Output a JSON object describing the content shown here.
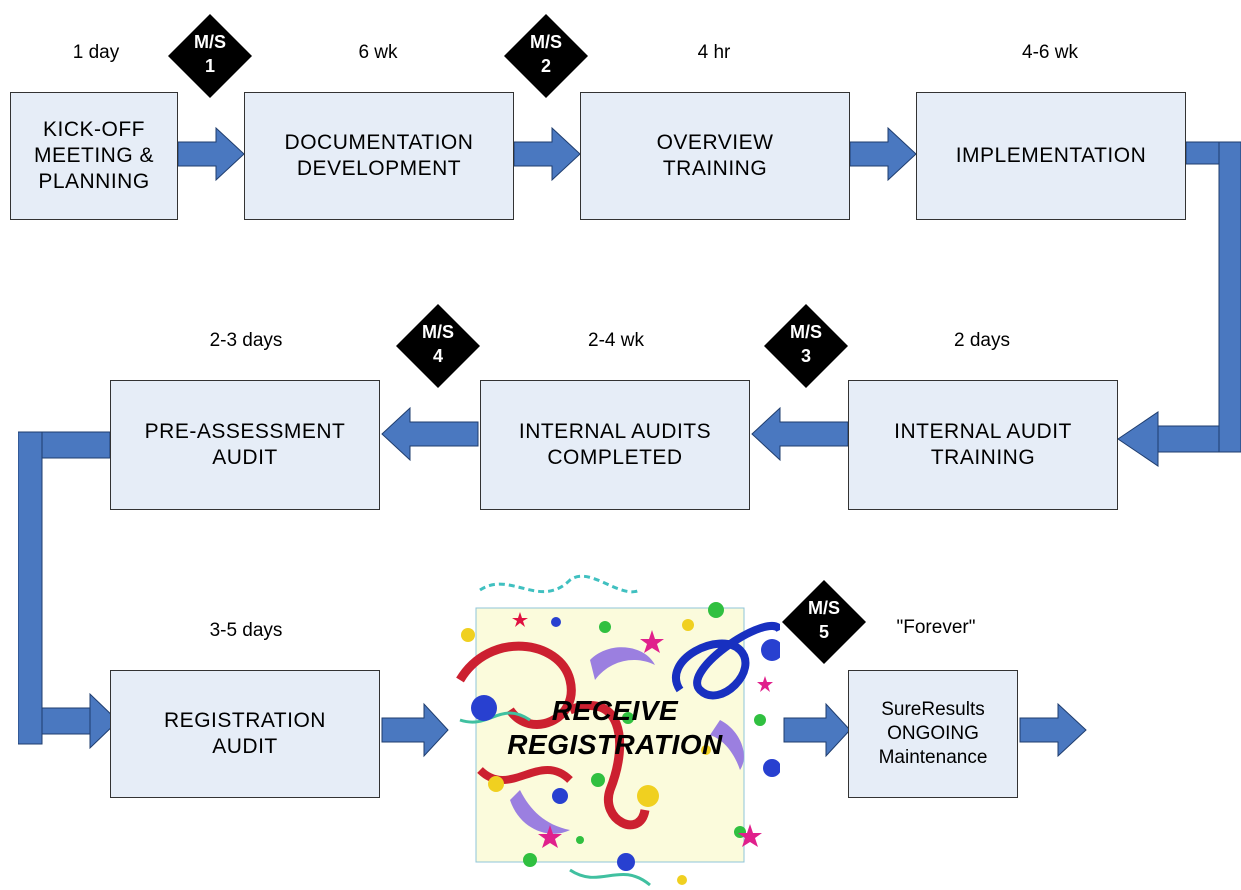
{
  "boxes": {
    "kickoff": "KICK-OFF\nMEETING &\nPLANNING",
    "documentation": "DOCUMENTATION\nDEVELOPMENT",
    "overview": "OVERVIEW\nTRAINING",
    "implementation": "IMPLEMENTATION",
    "internal_audit_training": "INTERNAL AUDIT\nTRAINING",
    "internal_audits_completed": "INTERNAL AUDITS\nCOMPLETED",
    "pre_assessment": "PRE-ASSESSMENT\nAUDIT",
    "registration_audit": "REGISTRATION\nAUDIT",
    "maintenance": "SureResults\nONGOING\nMaintenance"
  },
  "durations": {
    "kickoff": "1 day",
    "documentation": "6 wk",
    "overview": "4 hr",
    "implementation": "4-6 wk",
    "internal_audit_training": "2 days",
    "internal_audits_completed": "2-4 wk",
    "pre_assessment": "2-3 days",
    "registration_audit": "3-5 days",
    "maintenance": "\"Forever\""
  },
  "milestones": [
    {
      "label": "M/S",
      "number": "1"
    },
    {
      "label": "M/S",
      "number": "2"
    },
    {
      "label": "M/S",
      "number": "3"
    },
    {
      "label": "M/S",
      "number": "4"
    },
    {
      "label": "M/S",
      "number": "5"
    }
  ],
  "celebration": {
    "line1": "RECEIVE",
    "line2": "REGISTRATION"
  },
  "colors": {
    "box_fill": "#e6edf7",
    "arrow": "#4a78c0",
    "milestone": "#000000"
  }
}
